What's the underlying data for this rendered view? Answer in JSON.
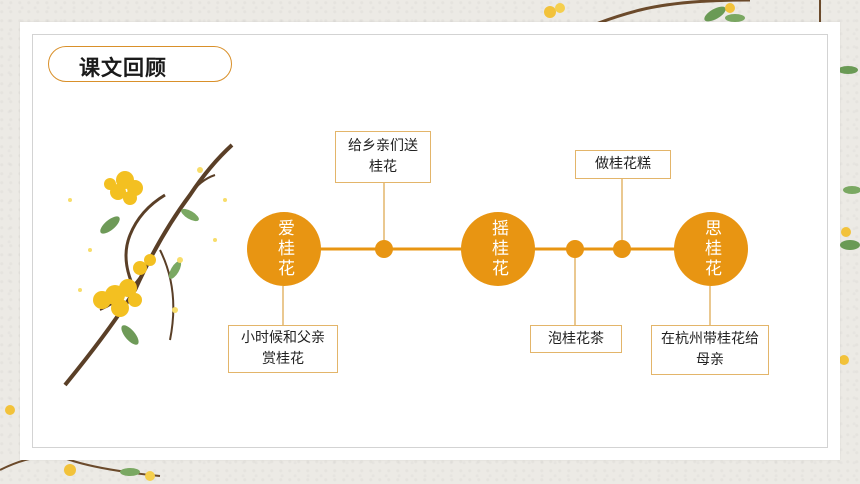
{
  "slide": {
    "title": "课文回顾",
    "colors": {
      "accent": "#e89512",
      "border": "#e3b56a",
      "pill_border": "#d9902a"
    }
  },
  "timeline": {
    "nodes": [
      {
        "id": "love",
        "label": "爱桂花"
      },
      {
        "id": "shake",
        "label": "摇桂花"
      },
      {
        "id": "miss",
        "label": "思桂花"
      }
    ],
    "events": [
      {
        "id": "childhood",
        "text": "小时候和父亲赏桂花"
      },
      {
        "id": "gift",
        "text": "给乡亲们送桂花"
      },
      {
        "id": "tea",
        "text": "泡桂花茶"
      },
      {
        "id": "cake",
        "text": "做桂花糕"
      },
      {
        "id": "hangzhou",
        "text": "在杭州带桂花给母亲"
      }
    ]
  },
  "decoration": {
    "icon": "osmanthus-branch-illustration"
  }
}
